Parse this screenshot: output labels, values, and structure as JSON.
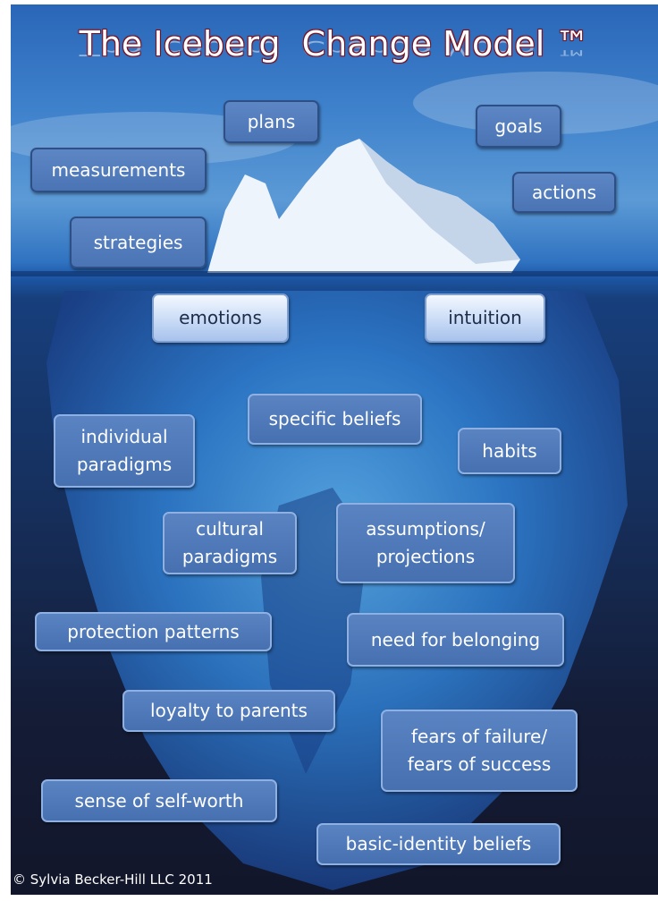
{
  "title": "The Iceberg  Change Model ™",
  "above_water": [
    "plans",
    "goals",
    "measurements",
    "actions",
    "strategies"
  ],
  "waterline": [
    "emotions",
    "intuition"
  ],
  "below_water": {
    "specific_beliefs": "specific beliefs",
    "individual_paradigms": [
      "individual",
      "paradigms"
    ],
    "habits": "habits",
    "cultural_paradigms": [
      "cultural",
      "paradigms"
    ],
    "assumptions": [
      "assumptions/",
      "projections"
    ],
    "protection_patterns": "protection patterns",
    "need_for_belonging": "need for belonging",
    "loyalty_to_parents": "loyalty to parents",
    "fears": [
      "fears of failure/",
      "fears of success"
    ],
    "self_worth": "sense of self-worth",
    "identity": "basic-identity beliefs"
  },
  "copyright": "© Sylvia Becker-Hill LLC 2011"
}
